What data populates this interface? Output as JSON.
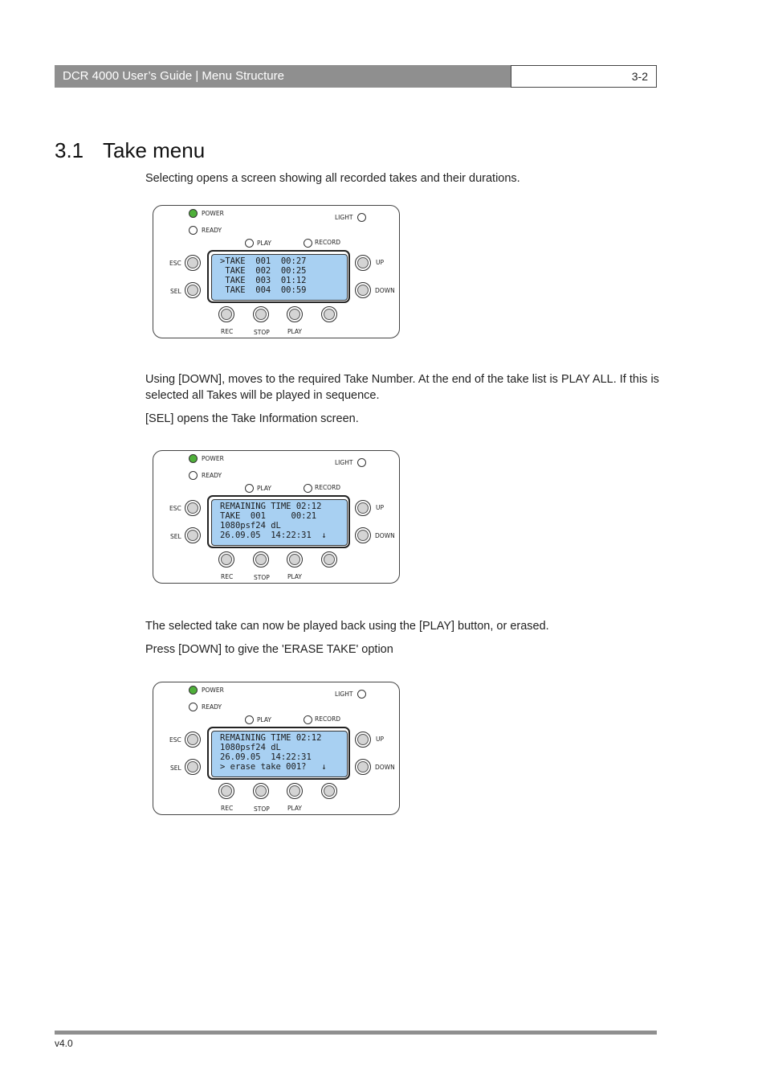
{
  "header": {
    "title": "DCR 4000 User’s Guide | Menu Structure",
    "page_number": "3-2"
  },
  "section": {
    "number": "3.1",
    "title": "Take menu"
  },
  "paragraphs": {
    "intro": "Selecting opens a screen showing all recorded takes and their durations.",
    "down_info": "Using [DOWN], moves to the required Take Number. At the end of the take list is PLAY ALL. If this is selected all Takes will be played in sequence.",
    "sel_info": "[SEL] opens the Take Information screen.",
    "play_info": "The selected take can now be played back using the [PLAY] button, or erased.",
    "erase_info": "Press [DOWN] to give the 'ERASE TAKE' option"
  },
  "panel_labels": {
    "power": "POWER",
    "ready": "READY",
    "light": "LIGHT",
    "play_led": "PLAY",
    "record": "RECORD",
    "esc": "ESC",
    "sel": "SEL",
    "up": "UP",
    "down": "DOWN",
    "rec": "REC",
    "stop": "STOP",
    "play": "PLAY"
  },
  "panels": [
    {
      "lcd_lines": [
        ">TAKE  001  00:27",
        " TAKE  002  00:25",
        " TAKE  003  01:12",
        " TAKE  004  00:59"
      ]
    },
    {
      "lcd_lines": [
        "REMAINING TIME 02:12",
        "TAKE  001     00:21",
        "1080psf24 dL",
        "26.09.05  14:22:31  ↓"
      ]
    },
    {
      "lcd_lines": [
        "REMAINING TIME 02:12",
        "1080psf24 dL",
        "26.09.05  14:22:31",
        "> erase take 001?   ↓"
      ]
    }
  ],
  "footer": {
    "version": "v4.0"
  },
  "colors": {
    "header_bar": "#8f8f8f",
    "lcd_background": "#a8d0f2",
    "power_led": "#4fb03a"
  }
}
